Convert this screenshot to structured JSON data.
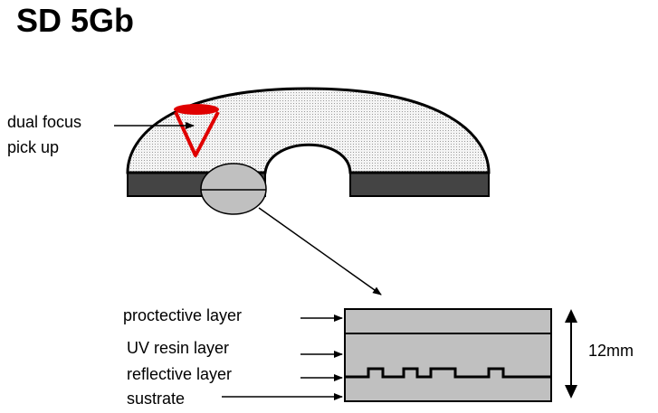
{
  "title": "SD 5Gb",
  "pickup_label_line1": "dual focus",
  "pickup_label_line2": "pick up",
  "layers": {
    "protective": "proctective layer",
    "uv_resin": "UV resin layer",
    "reflective": "reflective layer",
    "substrate": "sustrate"
  },
  "thickness_label": "12mm",
  "colors": {
    "disc_fill": "#eeeeee",
    "disc_base": "#444444",
    "pickup_red": "#e00000",
    "layer_fill": "#c0c0c0"
  }
}
